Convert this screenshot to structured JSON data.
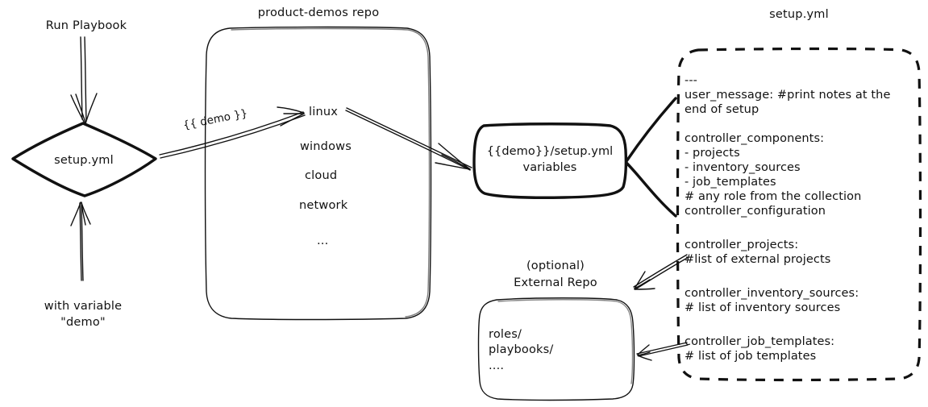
{
  "diagram": {
    "title": "Ansible product-demos setup.yml flow",
    "colors": {
      "ink": "#111111",
      "background": "#ffffff"
    },
    "nodes": {
      "run_playbook_label": "Run Playbook",
      "with_variable_label_1": "with variable",
      "with_variable_label_2": "\"demo\"",
      "setup_diamond": "setup.yml",
      "repo_title": "product-demos repo",
      "repo_items": [
        "linux",
        "windows",
        "cloud",
        "network",
        "..."
      ],
      "demo_box_line1": "{{demo}}/setup.yml",
      "demo_box_line2": "variables",
      "external_repo_title_1": "(optional)",
      "external_repo_title_2": "External Repo",
      "external_repo_items": [
        "roles/",
        "playbooks/",
        "...."
      ],
      "setup_panel_title": "setup.yml",
      "setup_panel_lines": [
        "---",
        "user_message: #print notes at the",
        "     end of setup",
        "",
        "controller_components:",
        "  - projects",
        "  - inventory_sources",
        "  - job_templates",
        "  # any role from the collection",
        "       controller_configuration",
        "",
        "controller_projects:",
        "  #list of external projects",
        "",
        "controller_inventory_sources:",
        "  # list of inventory sources",
        "",
        "controller_job_templates:",
        "  # list of job templates"
      ]
    },
    "edges": [
      {
        "name": "run-playbook-to-setup",
        "label": ""
      },
      {
        "name": "with-variable-to-setup",
        "label": ""
      },
      {
        "name": "setup-to-linux",
        "label": "{{ demo }}"
      },
      {
        "name": "linux-to-demo-variables",
        "label": ""
      },
      {
        "name": "setup-panel-to-demo-variables-top",
        "label": ""
      },
      {
        "name": "setup-panel-to-demo-variables-bottom",
        "label": ""
      },
      {
        "name": "controller-projects-to-external-repo",
        "label": ""
      },
      {
        "name": "controller-job-templates-to-external-repo",
        "label": ""
      }
    ]
  }
}
